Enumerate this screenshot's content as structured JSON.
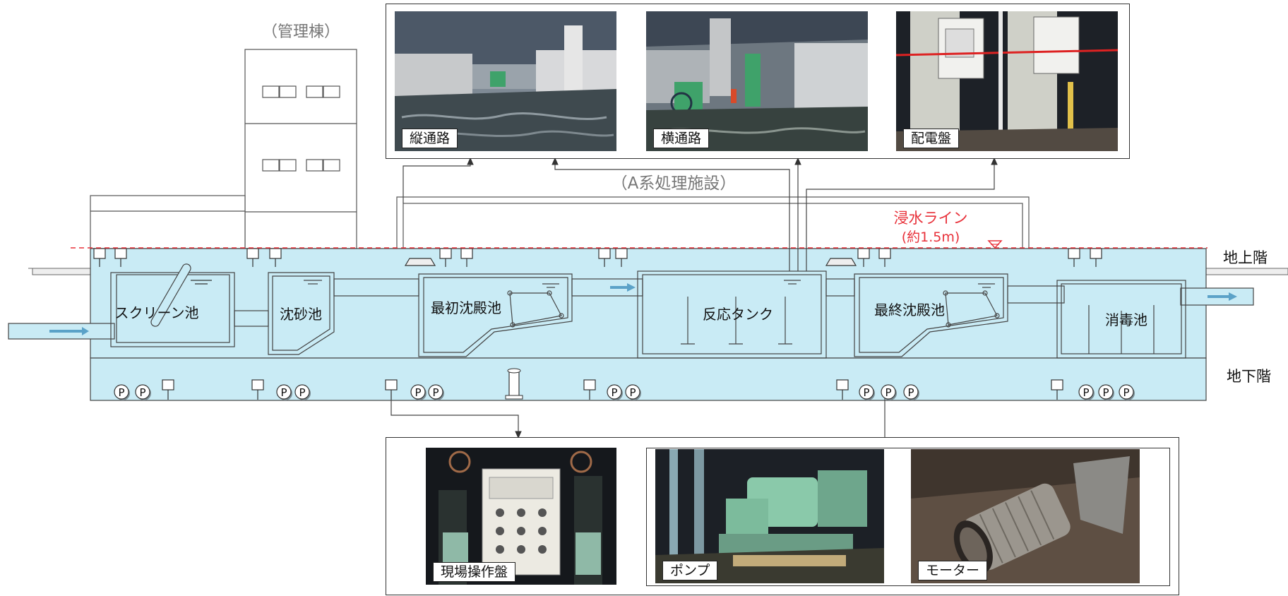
{
  "labels": {
    "admin_building": "（管理棟）",
    "system_a": "（A系処理施設）",
    "flood_line_1": "浸水ライン",
    "flood_line_2": "(約1.5m)",
    "ground_floor": "地上階",
    "basement": "地下階"
  },
  "facilities": {
    "screen_tank": "スクリーン池",
    "grit_tank": "沈砂池",
    "primary_settling": "最初沈殿池",
    "reaction_tank": "反応タンク",
    "final_settling": "最終沈殿池",
    "disinfection_tank": "消毒池"
  },
  "pump_symbol": "P",
  "photos_top": [
    {
      "label": "縦通路"
    },
    {
      "label": "横通路"
    },
    {
      "label": "配電盤"
    }
  ],
  "photos_bottom": [
    {
      "label": "現場操作盤"
    },
    {
      "label": "ポンプ"
    },
    {
      "label": "モーター"
    }
  ],
  "colors": {
    "water": "#c9ebf5",
    "flood_line": "#e8313a",
    "outline": "#333333",
    "gray_text": "#777777"
  }
}
